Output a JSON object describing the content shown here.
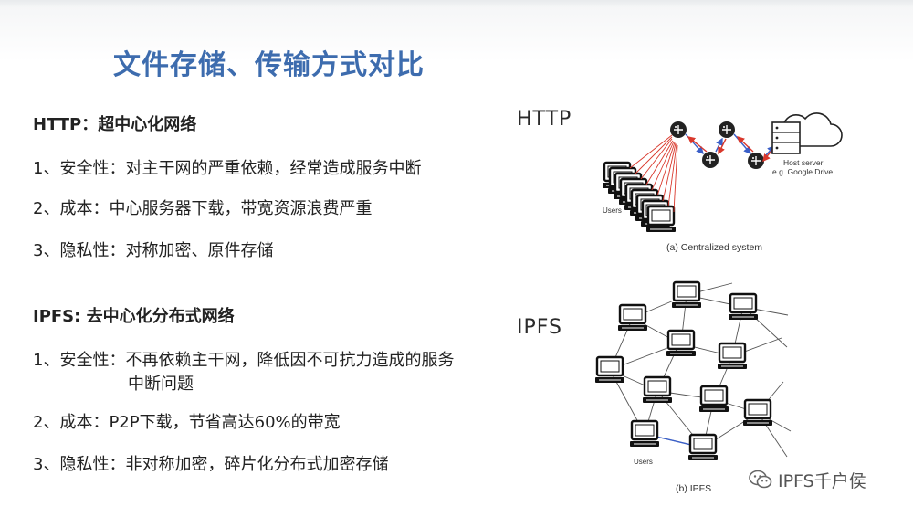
{
  "title": "文件存储、传输方式对比",
  "http": {
    "heading": "HTTP：超中心化网络",
    "items": [
      "1、安全性：对主干网的严重依赖，经常造成服务中断",
      "2、成本：中心服务器下载，带宽资源浪费严重",
      "3、隐私性：对称加密、原件存储"
    ]
  },
  "ipfs": {
    "heading": "IPFS:  去中心化分布式网络",
    "items": [
      {
        "line1": "1、安全性：不再依赖主干网，降低因不可抗力造成的服务",
        "line2": "中断问题"
      },
      {
        "line1": "2、成本：P2P下载，节省高达60%的带宽"
      },
      {
        "line1": "3、隐私性：非对称加密，碎片化分布式加密存储"
      }
    ]
  },
  "diagram": {
    "http_label": "HTTP",
    "ipfs_label": "IPFS",
    "users_label": "Users",
    "host_label_1": "Host server",
    "host_label_2": "e.g. Google Drive",
    "caption_a": "(a) Centralized system",
    "users_label_b": "Users",
    "caption_b": "(b) IPFS"
  },
  "watermark": {
    "text": "IPFS千户侯",
    "icon": "wechat-icon"
  },
  "colors": {
    "title": "#3d6cae",
    "arrow_red": "#d9382c",
    "arrow_blue": "#3a5fc8"
  }
}
